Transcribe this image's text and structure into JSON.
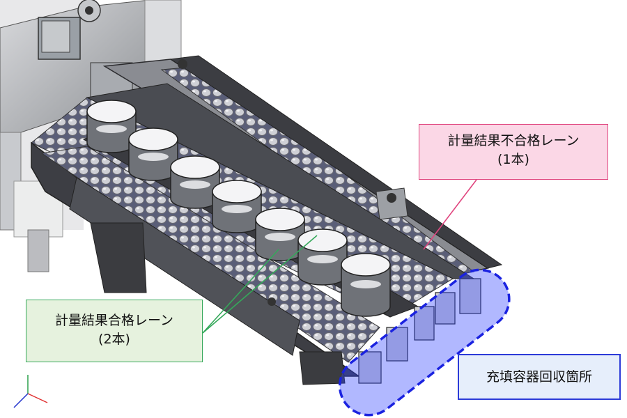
{
  "colors": {
    "ng_fill": "#fbd7e6",
    "ng_border": "#e0447e",
    "ok_fill": "#e6f2de",
    "ok_border": "#35a85a",
    "rec_fill": "#e6eefb",
    "rec_border": "#2c3bd8",
    "highlight": "#3344ff",
    "frame": "#3a3a3e",
    "roller": "#c9c9cf"
  },
  "callouts": {
    "ng_lane": {
      "line1": "計量結果不合格レーン",
      "line2": "(1本)"
    },
    "ok_lane": {
      "line1": "計量結果合格レーン",
      "line2": "(2本)"
    },
    "recovery": {
      "label": "充填容器回収箇所"
    }
  }
}
